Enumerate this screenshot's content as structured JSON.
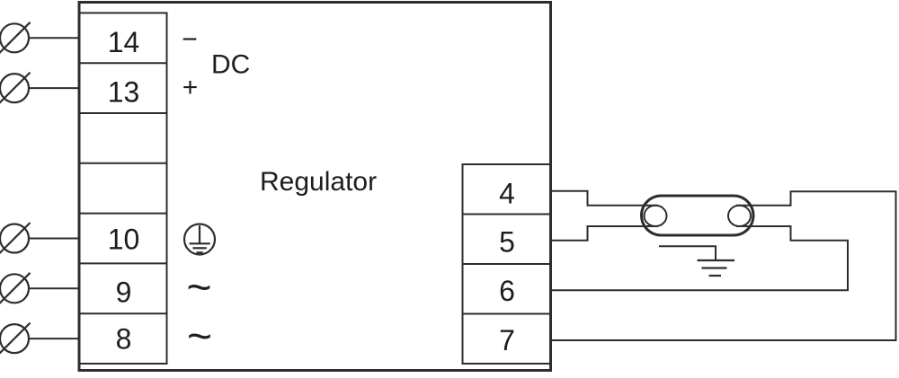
{
  "diagram": {
    "device_label": "Regulator",
    "dc_section": {
      "label": "DC",
      "negative_symbol": "−",
      "positive_symbol": "+"
    },
    "ac_symbol": "~",
    "left_block": {
      "terminals": [
        "14",
        "13",
        "",
        "",
        "10",
        "9",
        "8"
      ]
    },
    "right_block": {
      "terminals": [
        "4",
        "5",
        "6",
        "7"
      ]
    },
    "icons": {
      "screw_terminal": "circle-with-slash",
      "protective_earth": "earth-in-circle",
      "lamp": "gas-discharge-lamp",
      "ground": "earth-ground"
    },
    "colors": {
      "line": "#2d2d2d",
      "text": "#1d1d1d",
      "background": "#ffffff"
    }
  }
}
